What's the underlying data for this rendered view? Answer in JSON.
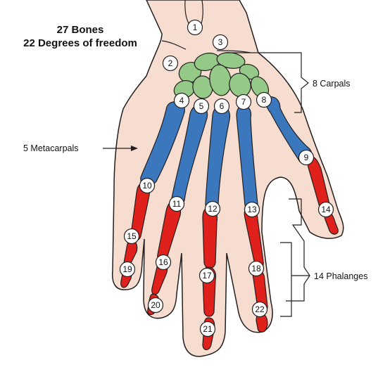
{
  "titles": {
    "bones": "27 Bones",
    "dof": "22 Degrees of freedom"
  },
  "labels": {
    "carpals": "8 Carpals",
    "metacarpals": "5 Metacarpals",
    "phalanges": "14 Phalanges"
  },
  "colors": {
    "skin": "#f6ddd0",
    "outline": "#231f20",
    "carpal": "#95c987",
    "metacarpal": "#3b77bd",
    "phalanx": "#e0201b",
    "badge": "#ffffff"
  },
  "numbers": [
    "1",
    "2",
    "3",
    "4",
    "5",
    "6",
    "7",
    "8",
    "9",
    "10",
    "11",
    "12",
    "13",
    "14",
    "15",
    "16",
    "17",
    "18",
    "19",
    "20",
    "21",
    "22"
  ]
}
